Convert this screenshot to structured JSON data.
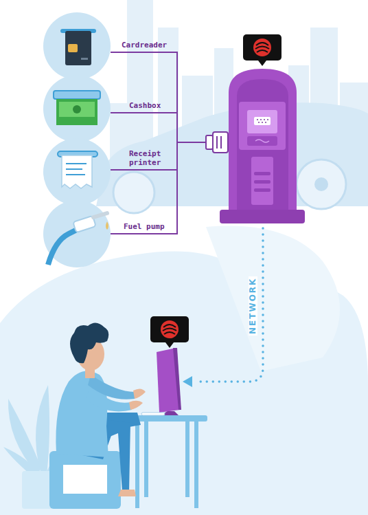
{
  "diagram": {
    "labels": [
      "Cardreader",
      "Cashbox",
      "Receipt printer",
      "Fuel pump",
      "NETWORK"
    ]
  }
}
